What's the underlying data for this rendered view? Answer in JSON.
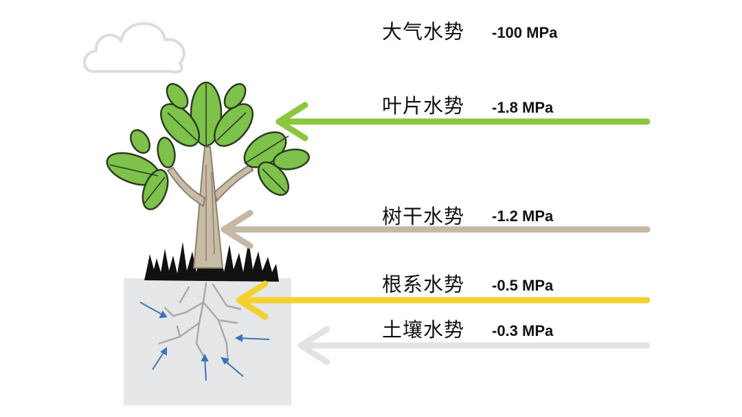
{
  "levels": [
    {
      "label": "大气水势",
      "value": "-100 MPa",
      "color": "#ffffff"
    },
    {
      "label": "叶片水势",
      "value": "-1.8 MPa",
      "color": "#8cc63f"
    },
    {
      "label": "树干水势",
      "value": "-1.2 MPa",
      "color": "#c6b8a4"
    },
    {
      "label": "根系水势",
      "value": "-0.5 MPa",
      "color": "#f5d130"
    },
    {
      "label": "土壤水势",
      "value": "-0.3 MPa",
      "color": "#e3e3e3"
    }
  ],
  "colors": {
    "leaf": "#7dc24b",
    "leaf_vein": "#2d3a1f",
    "trunk": "#c9bca6",
    "grass": "#111111",
    "soil": "#e6e7e9",
    "root": "#a9a9a9",
    "water_arrow": "#3b73b9",
    "cloud": "#dcdcdc"
  },
  "icons": [
    "cloud-icon",
    "tree-icon",
    "grass-icon",
    "soil-block",
    "root-system",
    "water-flow-arrows"
  ]
}
